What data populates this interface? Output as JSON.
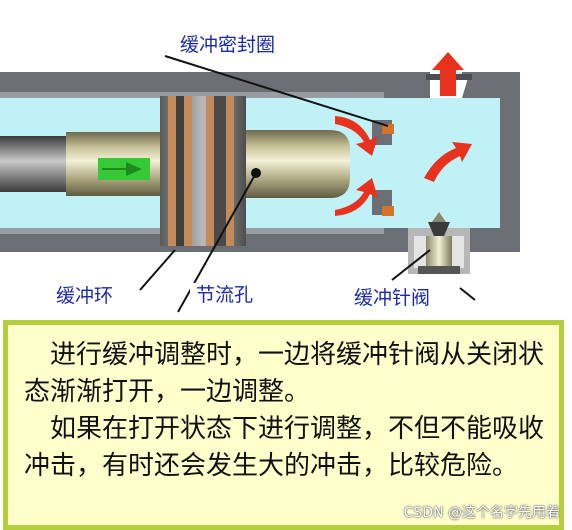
{
  "labels": {
    "seal": "缓冲密封圈",
    "ring": "缓冲环",
    "throttle": "节流孔",
    "needle_valve": "缓冲针阀"
  },
  "paragraphs": [
    "进行缓冲调整时，一边将缓冲针阀从关闭状态渐渐打开，一边调整。",
    "如果在打开状态下进行调整，不但不能吸收冲击，有时还会发生大的冲击，比较危险。"
  ],
  "watermark": "CSDN @这个名字先用着",
  "colors": {
    "chamber": "#bff1f6",
    "housing": "#6b6e74",
    "label_text": "#1b2aa8",
    "flow_arrow": "#e8321e",
    "panel_bg": "#ffffcc",
    "panel_border": "#b5cf3c"
  }
}
